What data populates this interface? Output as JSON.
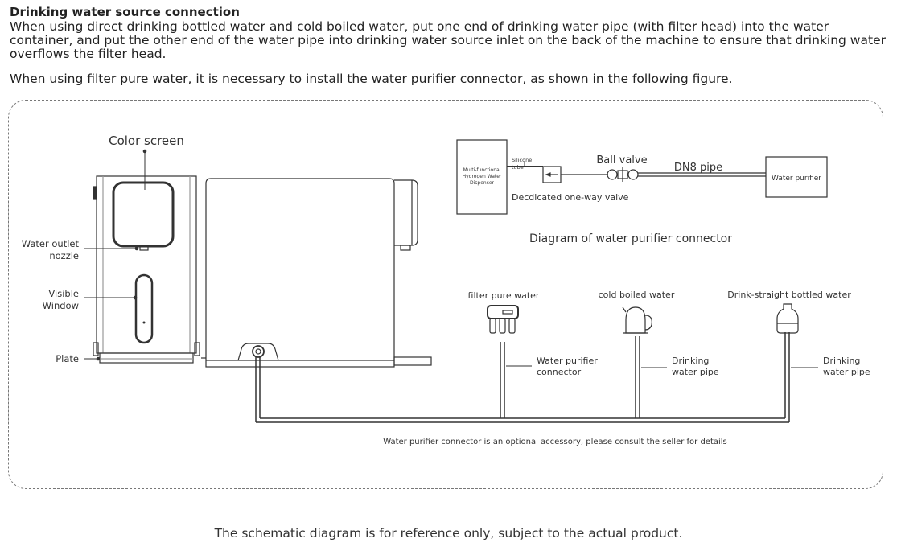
{
  "title": "Drinking water source connection",
  "paragraphs": [
    "When using direct drinking bottled water and cold boiled water, put one end of drinking water pipe (with filter head) into the water container, and put the other end of the water pipe into drinking water source inlet on the back of the machine to ensure that drinking water overflows the filter head.",
    "When using  filter pure water, it is necessary to install the water purifier connector, as shown in the following figure."
  ],
  "machine_labels": {
    "color_screen": "Color screen",
    "outlet_line1": "Water outlet",
    "outlet_line2": "nozzle",
    "window_line1": "Visible",
    "window_line2": "Window",
    "plate": "Plate"
  },
  "purifier_diagram": {
    "dispenser_line1": "Multi-functional",
    "dispenser_line2": "Hydrogen Water",
    "dispenser_line3": "Dispenser",
    "silicone_line1": "Silicone",
    "silicone_line2": "tube",
    "ball_valve": "Ball valve",
    "dn8_pipe": "DN8 pipe",
    "one_way_valve": "Decdicated one-way valve",
    "water_purifier": "Water purifier",
    "caption": "Diagram of water purifier connector"
  },
  "sources": {
    "filter_pure": "filter pure water",
    "cold_boiled": "cold boiled water",
    "bottled": "Drink-straight bottled water",
    "connector_line1": "Water purifier",
    "connector_line2": "connector",
    "pipe1_line1": "Drinking",
    "pipe1_line2": "water pipe",
    "pipe2_line1": "Drinking",
    "pipe2_line2": "water pipe"
  },
  "note": "Water purifier connector is an optional accessory, please consult the seller for details",
  "footer": "The schematic diagram is for reference only, subject to the actual product."
}
